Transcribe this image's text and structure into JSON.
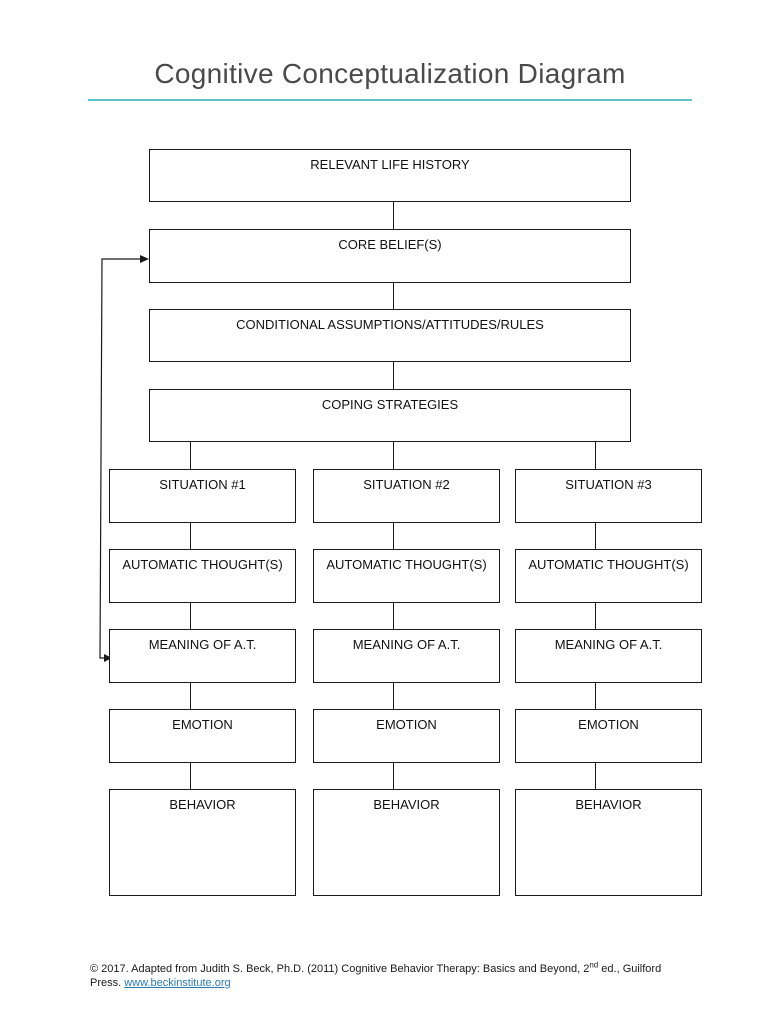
{
  "title": "Cognitive Conceptualization Diagram",
  "colors": {
    "accent_rule": "#5cc3cc",
    "link": "#2a7ab8"
  },
  "boxes": {
    "relevant_life_history": "RELEVANT LIFE HISTORY",
    "core_beliefs": "CORE BELIEF(S)",
    "conditional_assumptions": "CONDITIONAL ASSUMPTIONS/ATTITUDES/RULES",
    "coping_strategies": "COPING STRATEGIES"
  },
  "situations": [
    {
      "situation": "SITUATION #1",
      "automatic_thoughts": "AUTOMATIC THOUGHT(S)",
      "meaning": "MEANING OF A.T.",
      "emotion": "EMOTION",
      "behavior": "BEHAVIOR"
    },
    {
      "situation": "SITUATION #2",
      "automatic_thoughts": "AUTOMATIC THOUGHT(S)",
      "meaning": "MEANING OF A.T.",
      "emotion": "EMOTION",
      "behavior": "BEHAVIOR"
    },
    {
      "situation": "SITUATION #3",
      "automatic_thoughts": "AUTOMATIC THOUGHT(S)",
      "meaning": "MEANING OF A.T.",
      "emotion": "EMOTION",
      "behavior": "BEHAVIOR"
    }
  ],
  "footer": {
    "text_before_sup": "© 2017. Adapted from Judith S. Beck, Ph.D. (2011) Cognitive Behavior Therapy: Basics and Beyond, 2",
    "sup": "nd",
    "text_after_sup": " ed., Guilford",
    "line2_prefix": "Press. ",
    "link": "www.beckinstitute.org"
  }
}
